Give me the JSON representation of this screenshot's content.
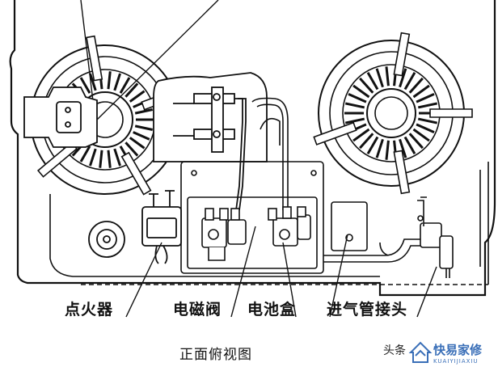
{
  "labels": {
    "igniter": "点火器",
    "solenoid_valve": "电磁阀",
    "battery_box": "电池盒",
    "gas_inlet_joint": "进气管接头"
  },
  "caption": "正面俯视图",
  "watermark": {
    "prefix": "头条",
    "brand": "快易家修",
    "sub": "KUAIYIJIAXIU",
    "logo_icon": "house-logo-icon",
    "brand_color": "#3a6fb8"
  }
}
